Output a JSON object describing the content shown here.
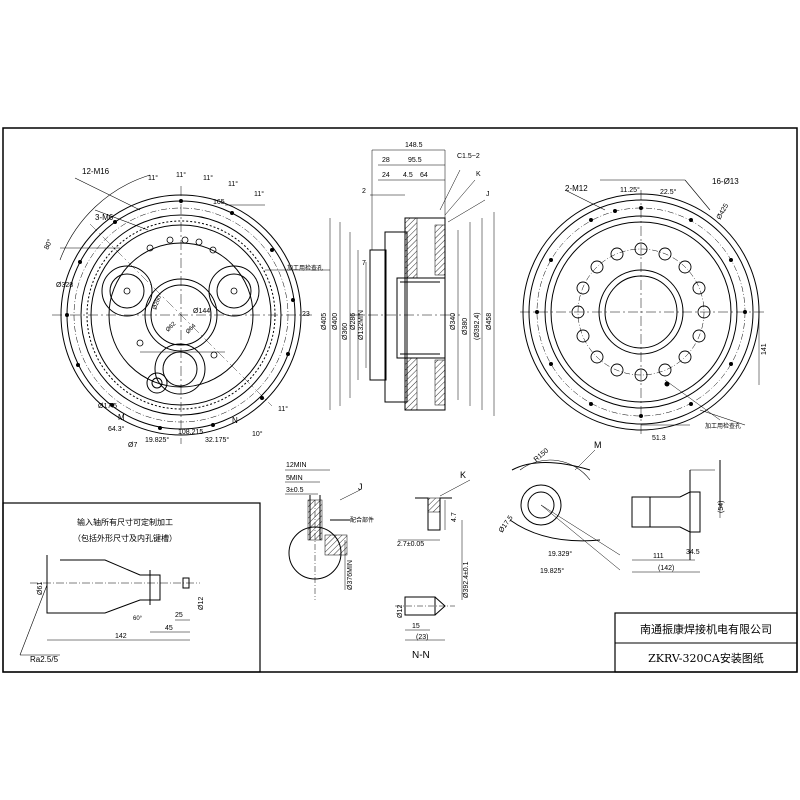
{
  "title_block": {
    "company": "南通振康焊接机电有限公司",
    "drawing_title": "ZKRV-320CA安装图纸"
  },
  "input_shaft_note": {
    "line1": "输入轴所有尺寸可定制加工",
    "line2": "（包括外形尺寸及内孔键槽）",
    "dims": [
      "Ø61",
      "Ø12",
      "25",
      "45",
      "142",
      "60°"
    ],
    "surface_finish": "Ra2.5/5"
  },
  "front_view": {
    "labels": [
      "12-M16",
      "3-M6",
      "11°",
      "11°",
      "11°",
      "11°",
      "11°",
      "165",
      "Ø328",
      "Ø144",
      "Ø260",
      "Ø62",
      "Ø64",
      "Ø17.5",
      "M",
      "64.3°",
      "Ø7",
      "19.825°",
      "108.215",
      "32.175°",
      "N",
      "10°",
      "11°",
      "23",
      "80°",
      "加工用检查孔"
    ]
  },
  "side_view": {
    "top_dims": [
      "148.5",
      "95.5",
      "28",
      "24",
      "4.5",
      "64",
      "2",
      "7"
    ],
    "callouts": [
      "C1.5~2",
      "K",
      "J"
    ],
    "diameters": [
      "Ø405",
      "Ø400",
      "Ø360",
      "Ø286",
      "Ø132MIN",
      "Ø340",
      "Ø380",
      "(Ø392.4)",
      "Ø458"
    ]
  },
  "rear_view": {
    "labels": [
      "2-M12",
      "11.25°",
      "22.5°",
      "16-Ø13",
      "Ø425",
      "141",
      "51.3",
      "加工用检查孔"
    ]
  },
  "detail_J": {
    "labels": [
      "12MIN",
      "5MIN",
      "3±0.5",
      "J",
      "配合部件",
      "Ø376MIN"
    ]
  },
  "detail_K": {
    "labels": [
      "K",
      "4.7",
      "2.7±0.05",
      "Ø392.4±0.1"
    ]
  },
  "detail_M": {
    "labels": [
      "M",
      "R150",
      "Ø17.5",
      "19.329°",
      "19.825°"
    ]
  },
  "section_NN": {
    "labels": [
      "Ø12",
      "15",
      "(23)",
      "N-N"
    ]
  },
  "output_side": {
    "labels": [
      "(54)",
      "34.5",
      "111",
      "(142)"
    ]
  }
}
